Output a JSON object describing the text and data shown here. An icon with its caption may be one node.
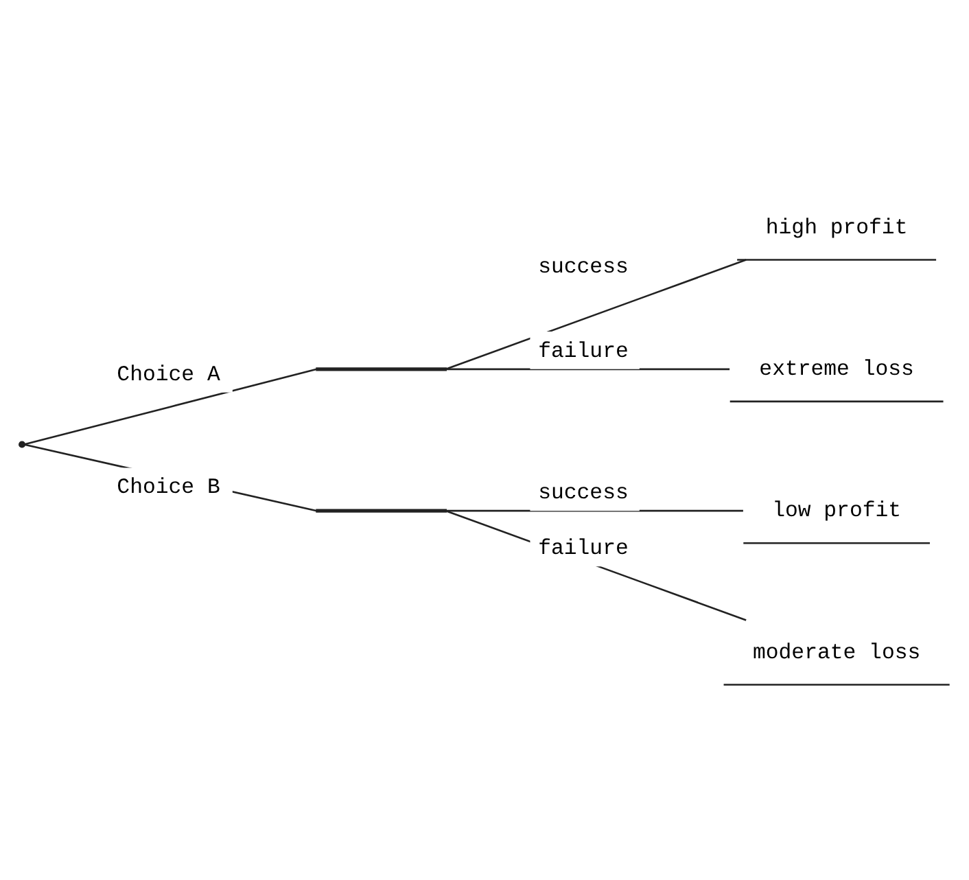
{
  "diagram": {
    "nodes": [
      {
        "text": [],
        "shape": "point"
      },
      {
        "text": [],
        "shape": "bar"
      },
      {
        "text": [],
        "shape": "bar"
      },
      {
        "text": [
          "high profit"
        ]
      },
      {
        "text": [
          "extreme loss"
        ]
      },
      {
        "text": [
          "low profit"
        ]
      },
      {
        "text": [
          "moderate loss"
        ]
      }
    ],
    "edges": [
      {
        "from": 0,
        "to": 1,
        "arrow": "none",
        "label": "Choice A"
      },
      {
        "from": 0,
        "to": 2,
        "arrow": "none",
        "label": "Choice B"
      },
      {
        "from": 1,
        "to": 3,
        "arrow": "none",
        "label": "success"
      },
      {
        "from": 1,
        "to": 4,
        "arrow": "none",
        "label": "failure"
      },
      {
        "from": 2,
        "to": 5,
        "arrow": "none",
        "label": "success"
      },
      {
        "from": 2,
        "to": 6,
        "arrow": "none",
        "label": "failure"
      }
    ]
  }
}
